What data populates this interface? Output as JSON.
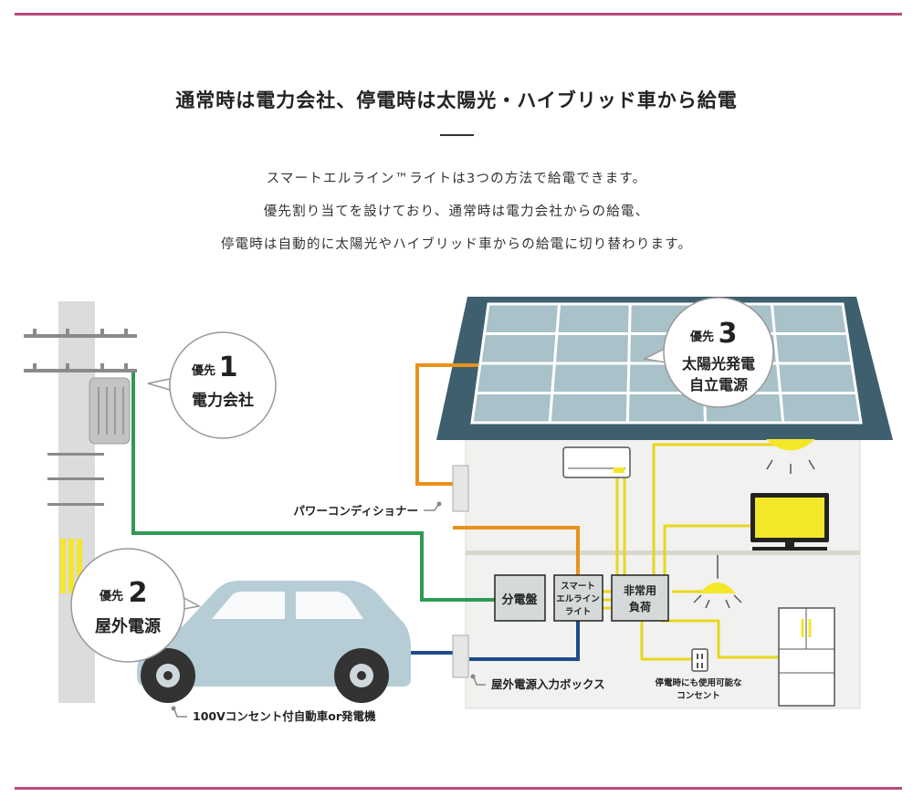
{
  "colors": {
    "accent_rule": "#b94a7e",
    "roof": "#3d5f6e",
    "panel": "#a9c1c9",
    "house_wall": "#f1f1ef",
    "grid_line": "#2e9a55",
    "car_line": "#1f4a8c",
    "solar_line": "#e8921c",
    "house_line": "#e8d71c",
    "car_body": "#b6cdd6",
    "box_fill": "#d5d9da",
    "yellow": "#f4e72a"
  },
  "header": {
    "title": "通常時は電力会社、停電時は太陽光・ハイブリッド車から給電",
    "description": [
      "スマートエルライン™ライトは3つの方法で給電できます。",
      "優先割り当てを設けており、通常時は電力会社からの給電、",
      "停電時は自動的に太陽光やハイブリッド車からの給電に切り替わります。"
    ]
  },
  "bubbles": {
    "b1": {
      "prefix": "優先",
      "num": "1",
      "label": "電力会社"
    },
    "b2": {
      "prefix": "優先",
      "num": "2",
      "label": "屋外電源"
    },
    "b3": {
      "prefix": "優先",
      "num": "3",
      "label1": "太陽光発電",
      "label2": "自立電源"
    }
  },
  "labels": {
    "power_conditioner": "パワーコンディショナー",
    "outdoor_input_box": "屋外電源入力ボックス",
    "car": "100Vコンセント付自動車or発電機",
    "outlet1": "停電時にも使用可能な",
    "outlet2": "コンセント"
  },
  "boxes": {
    "distribution": "分電盤",
    "smart1": "スマート",
    "smart2": "エルライン",
    "smart3": "ライト",
    "emergency1": "非常用",
    "emergency2": "負荷"
  },
  "icons": [
    "utility-pole-icon",
    "solar-panel-icon",
    "car-icon",
    "air-conditioner-icon",
    "tv-icon",
    "ceiling-light-icon",
    "pendant-light-icon",
    "refrigerator-icon",
    "outlet-icon"
  ]
}
